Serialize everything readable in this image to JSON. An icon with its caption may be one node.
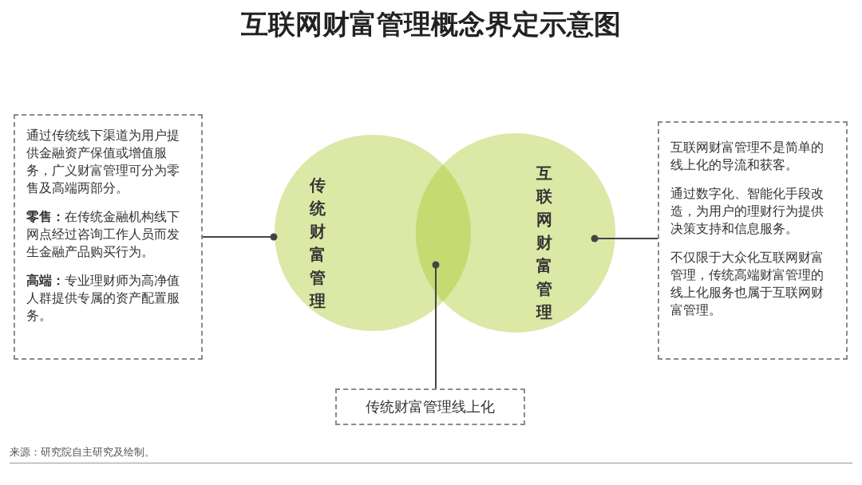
{
  "diagram": {
    "title": "互联网财富管理概念界定示意图",
    "nodes": [
      {
        "text": [
          "通过传统线下渠道为用户提供金融资产保值或增值服务，广义财富管理可分为零售及高端两部分。",
          "**零售：**在传统金融机构线下网点经过咨询工作人员而发生金融产品购买行为。",
          "**高端：**专业理财师为高净值人群提供专属的资产配置服务。"
        ]
      },
      {
        "text": [
          "传统财富管理"
        ]
      },
      {
        "text": [
          "互联网财富管理"
        ]
      },
      {
        "text": [
          "互联网财富管理不是简单的线上化的导流和获客。",
          "通过数字化、智能化手段改造，为用户的理财行为提供决策支持和信息服务。",
          "不仅限于大众化互联网财富管理，传统高端财富管理的线上化服务也属于互联网财富管理。"
        ]
      },
      {
        "text": [
          "传统财富管理线上化"
        ]
      },
      {
        "text": [],
        "shape": "lens"
      }
    ],
    "edges": [
      {
        "from": 0,
        "to": 1,
        "arrow": "other"
      },
      {
        "from": 3,
        "to": 2,
        "arrow": "other"
      },
      {
        "from": 4,
        "to": 5,
        "arrow": "other"
      }
    ],
    "labels": [
      "来源：研究院自主研究及绘制。"
    ]
  }
}
